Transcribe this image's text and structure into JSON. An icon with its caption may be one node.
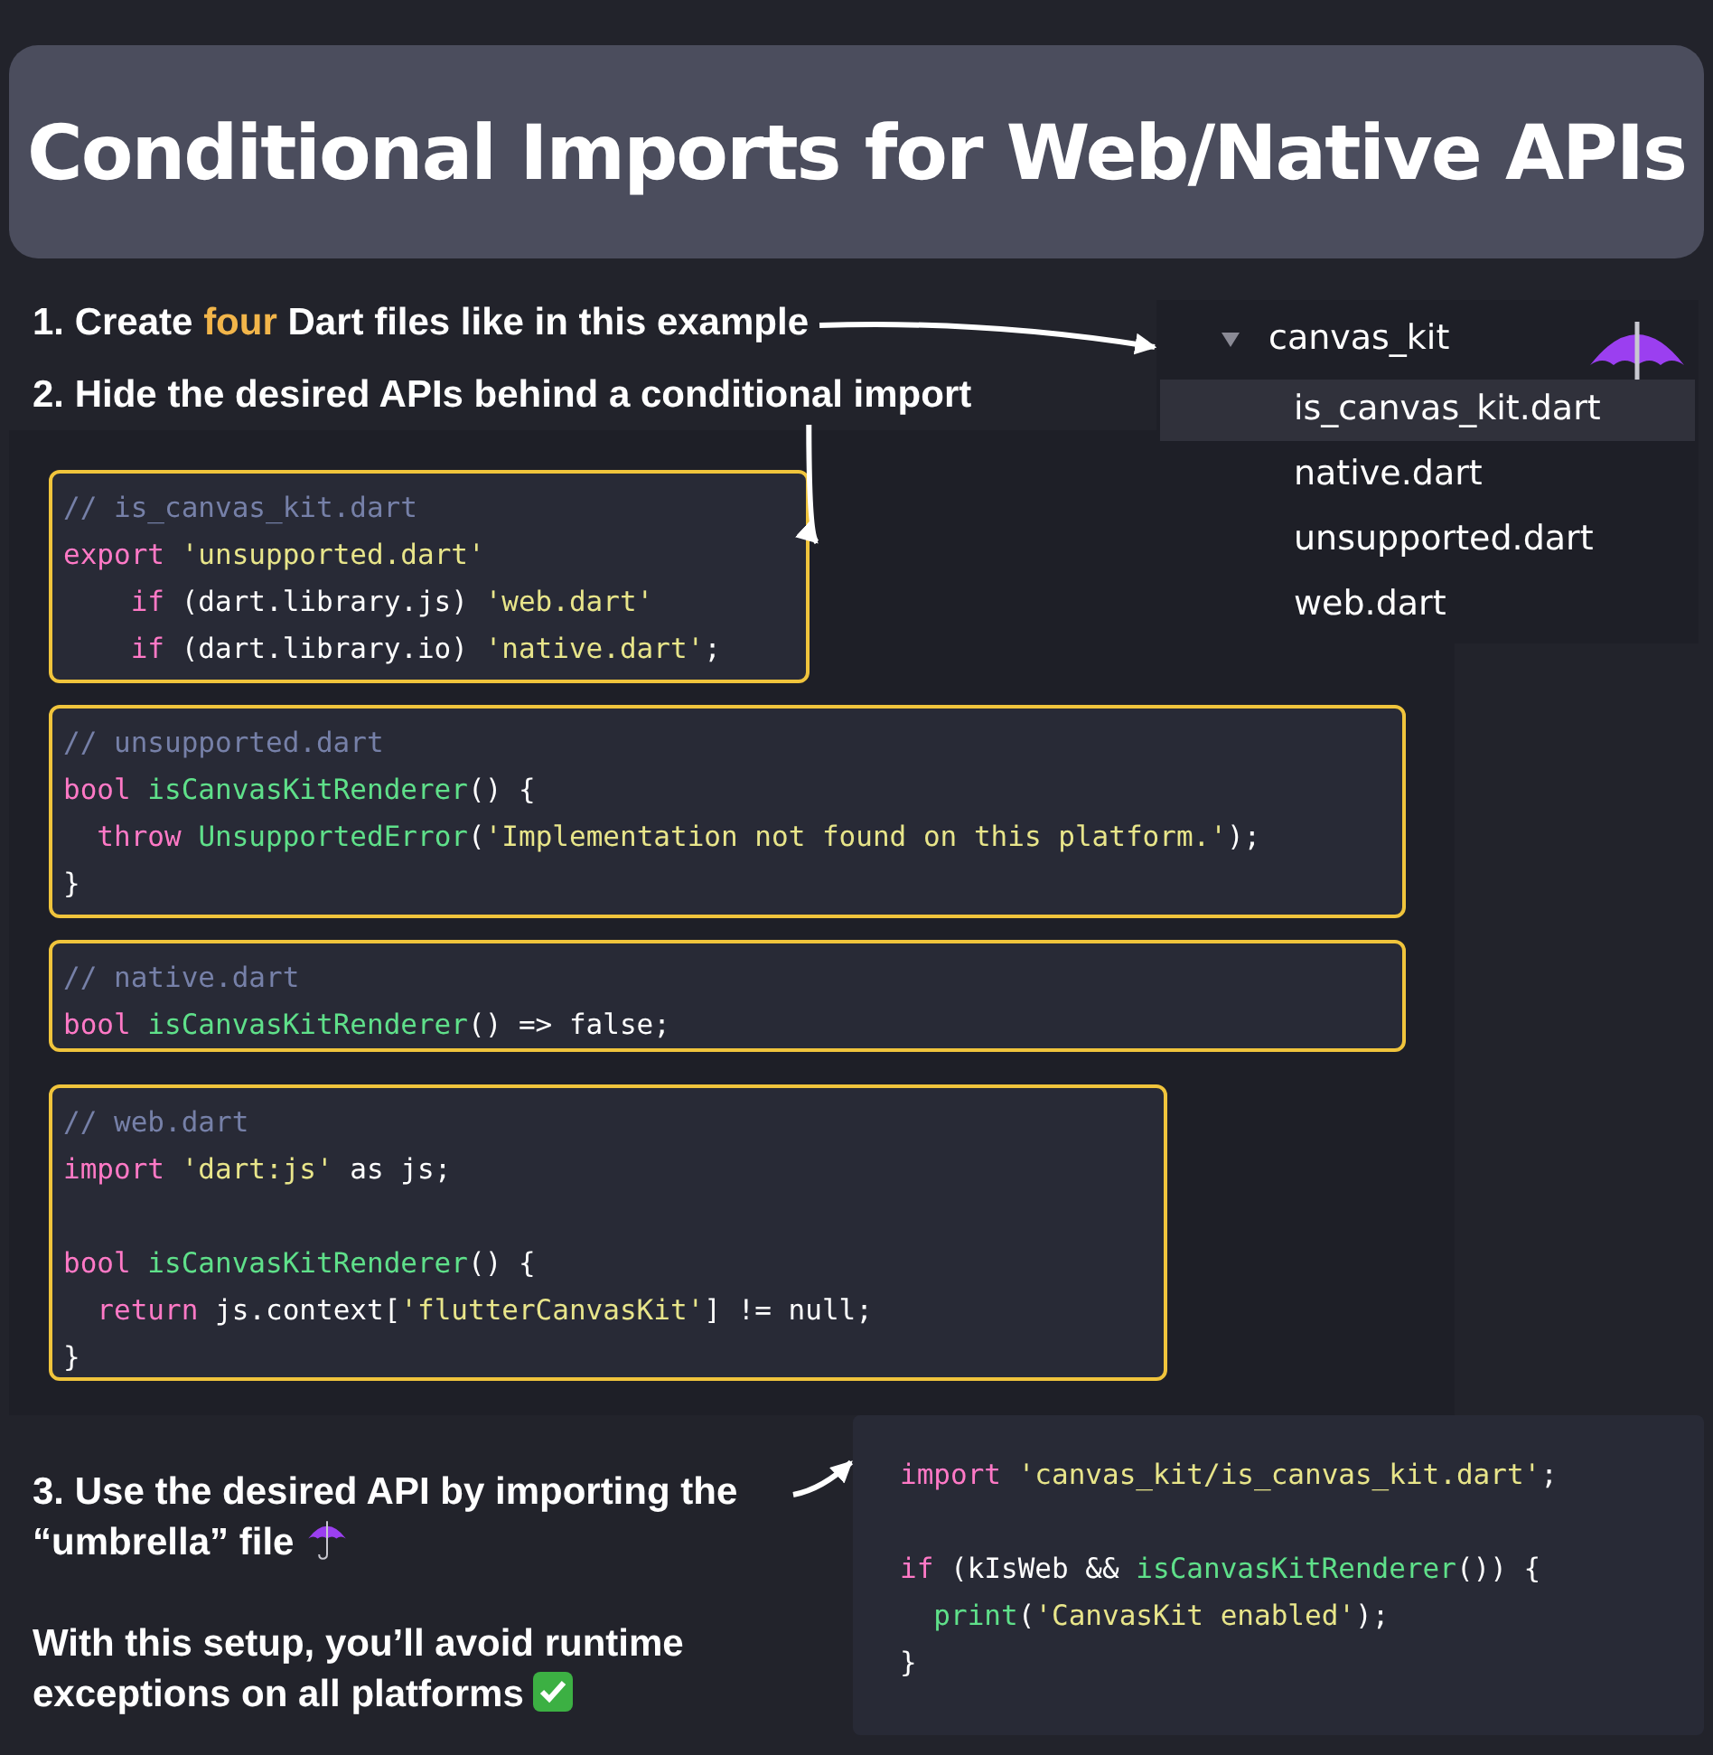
{
  "diagram": {
    "title": "Conditional Imports for Web/Native APIs",
    "nodes": [
      {
        "text": [
          "1. Create **four** Dart files like in this example"
        ]
      },
      {
        "text": [
          "canvas_kit"
        ]
      },
      {
        "text": [
          "is_canvas_kit.dart"
        ],
        "in": 1
      },
      {
        "text": [
          "native.dart"
        ],
        "in": 1
      },
      {
        "text": [
          "unsupported.dart"
        ],
        "in": 1
      },
      {
        "text": [
          "web.dart"
        ],
        "in": 1
      },
      {
        "text": [
          "2. Hide the desired APIs behind a conditional import"
        ]
      },
      {
        "text": [
          "// is_canvas_kit.dart",
          "export 'unsupported.dart'",
          "    if (dart.library.js) 'web.dart'",
          "    if (dart.library.io) 'native.dart';"
        ]
      },
      {
        "text": [
          "// unsupported.dart",
          "bool isCanvasKitRenderer() {",
          "  throw UnsupportedError('Implementation not found on this platform.');",
          "}"
        ]
      },
      {
        "text": [
          "// native.dart",
          "bool isCanvasKitRenderer() => false;"
        ]
      },
      {
        "text": [
          "// web.dart",
          "import 'dart:js' as js;",
          "bool isCanvasKitRenderer() {",
          "  return js.context['flutterCanvasKit'] != null;",
          "}"
        ]
      },
      {
        "text": [
          "3. Use the desired API by importing the “umbrella” file"
        ]
      },
      {
        "text": [
          "import 'canvas_kit/is_canvas_kit.dart';",
          "if (kIsWeb && isCanvasKitRenderer()) {",
          "  print('CanvasKit enabled');",
          "}"
        ]
      }
    ],
    "edges": [
      {
        "from": 0,
        "to": 1,
        "arrow": "to"
      },
      {
        "from": 6,
        "to": 7,
        "arrow": "to"
      },
      {
        "from": 11,
        "to": 12,
        "arrow": "to"
      }
    ],
    "labels": [
      "With this setup, you’ll avoid runtime exceptions on all platforms"
    ]
  }
}
